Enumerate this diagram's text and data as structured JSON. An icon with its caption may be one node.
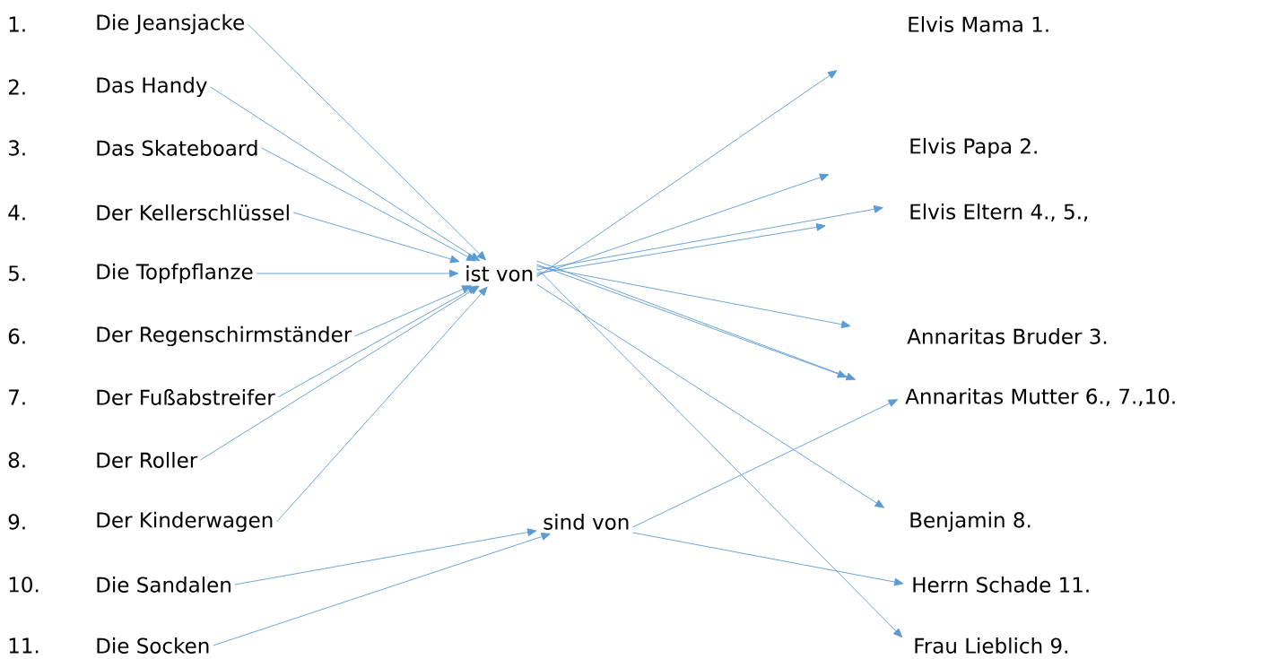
{
  "diagram": {
    "nodes": [
      {
        "text": [
          "Die Jeansjacke"
        ]
      },
      {
        "text": [
          "Das Handy"
        ]
      },
      {
        "text": [
          "Das Skateboard"
        ]
      },
      {
        "text": [
          "Der Kellerschlüssel"
        ]
      },
      {
        "text": [
          "Die Topfpflanze"
        ]
      },
      {
        "text": [
          "Der Regenschirmständer"
        ]
      },
      {
        "text": [
          "Der Fußabstreifer"
        ]
      },
      {
        "text": [
          "Der Roller"
        ]
      },
      {
        "text": [
          "Der Kinderwagen"
        ]
      },
      {
        "text": [
          "Die Sandalen"
        ]
      },
      {
        "text": [
          "Die Socken"
        ]
      },
      {
        "text": [
          "ist von"
        ]
      },
      {
        "text": [
          "sind von"
        ]
      },
      {
        "text": [
          "Elvis Mama 1."
        ]
      },
      {
        "text": [
          "Elvis Papa 2."
        ]
      },
      {
        "text": [
          "Elvis Eltern 4., 5.,"
        ]
      },
      {
        "text": [
          "Annaritas Bruder 3."
        ]
      },
      {
        "text": [
          "Annaritas Mutter 6., 7.,10."
        ]
      },
      {
        "text": [
          "Benjamin 8."
        ]
      },
      {
        "text": [
          "Herrn Schade 11."
        ]
      },
      {
        "text": [
          "Frau Lieblich 9."
        ]
      }
    ],
    "edges": [
      {
        "from": 0,
        "to": 11,
        "arrow": "to"
      },
      {
        "from": 1,
        "to": 11,
        "arrow": "to"
      },
      {
        "from": 2,
        "to": 11,
        "arrow": "to"
      },
      {
        "from": 3,
        "to": 11,
        "arrow": "to"
      },
      {
        "from": 4,
        "to": 11,
        "arrow": "to"
      },
      {
        "from": 5,
        "to": 11,
        "arrow": "to"
      },
      {
        "from": 6,
        "to": 11,
        "arrow": "to"
      },
      {
        "from": 7,
        "to": 11,
        "arrow": "to"
      },
      {
        "from": 8,
        "to": 11,
        "arrow": "to"
      },
      {
        "from": 9,
        "to": 12,
        "arrow": "to"
      },
      {
        "from": 10,
        "to": 12,
        "arrow": "to"
      },
      {
        "from": 11,
        "to": 13,
        "arrow": "to"
      },
      {
        "from": 11,
        "to": 14,
        "arrow": "to"
      },
      {
        "from": 11,
        "to": 15,
        "arrow": "to"
      },
      {
        "from": 11,
        "to": 15,
        "arrow": "to"
      },
      {
        "from": 11,
        "to": 16,
        "arrow": "to"
      },
      {
        "from": 11,
        "to": 17,
        "arrow": "to"
      },
      {
        "from": 11,
        "to": 17,
        "arrow": "to"
      },
      {
        "from": 11,
        "to": 18,
        "arrow": "to"
      },
      {
        "from": 11,
        "to": 20,
        "arrow": "to"
      },
      {
        "from": 12,
        "to": 17,
        "arrow": "to"
      },
      {
        "from": 12,
        "to": 19,
        "arrow": "to"
      }
    ],
    "labels": [
      "1.",
      "2.",
      "3.",
      "4.",
      "5.",
      "6.",
      "7.",
      "8.",
      "9.",
      "10.",
      "11."
    ]
  }
}
